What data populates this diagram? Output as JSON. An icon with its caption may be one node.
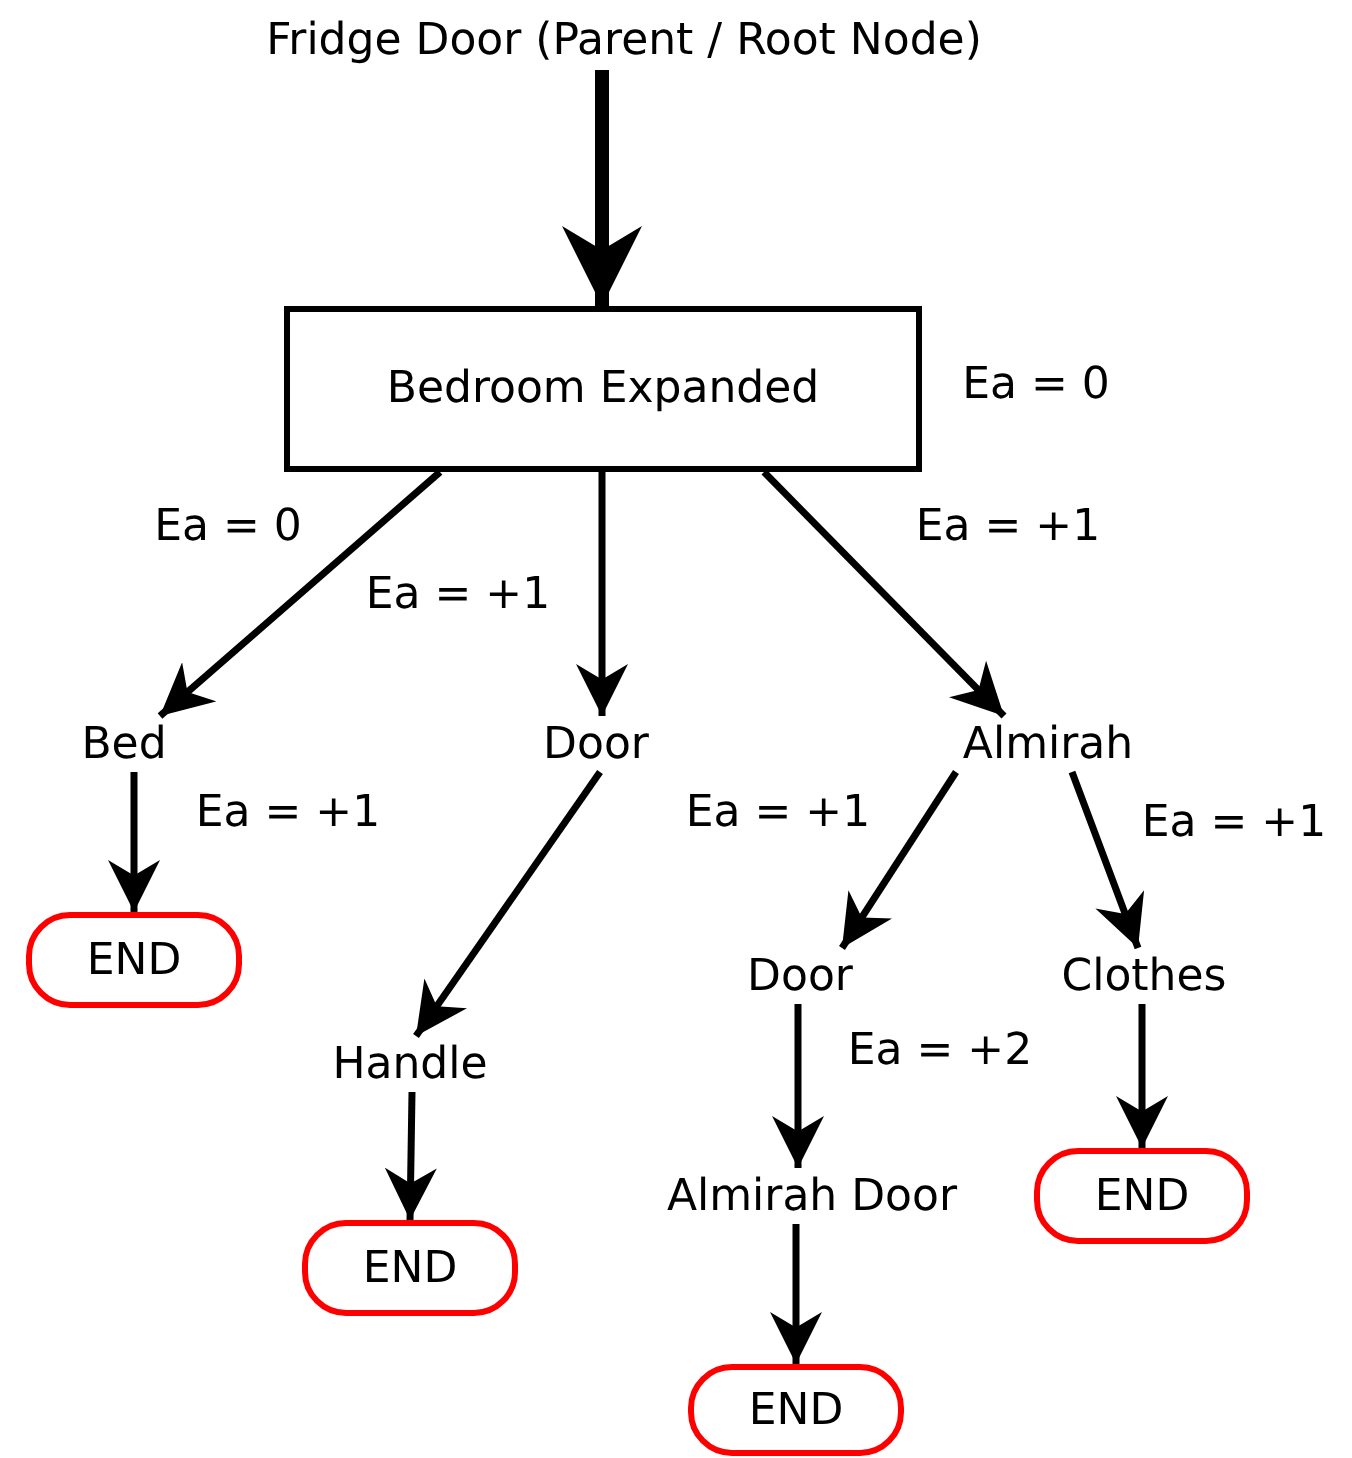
{
  "diagram": {
    "nodes": [
      {
        "text": [
          "Fridge Door (Parent / Root Node)"
        ]
      },
      {
        "text": [
          "Bedroom Expanded"
        ],
        "beside": [
          "Ea = 0"
        ]
      },
      {
        "text": [
          "Bed"
        ]
      },
      {
        "text": [
          "Door"
        ]
      },
      {
        "text": [
          "Almirah"
        ]
      },
      {
        "text": [
          "END"
        ]
      },
      {
        "text": [
          "Handle"
        ]
      },
      {
        "text": [
          "END"
        ]
      },
      {
        "text": [
          "Door"
        ]
      },
      {
        "text": [
          "Clothes"
        ]
      },
      {
        "text": [
          "Almirah Door"
        ]
      },
      {
        "text": [
          "END"
        ]
      },
      {
        "text": [
          "END"
        ]
      }
    ],
    "edges": [
      {
        "from": 0,
        "to": 1,
        "arrow": "to",
        "style": "thick"
      },
      {
        "from": 1,
        "to": 2,
        "arrow": "to",
        "label": "Ea = 0"
      },
      {
        "from": 1,
        "to": 3,
        "arrow": "to",
        "label": "Ea = +1"
      },
      {
        "from": 1,
        "to": 4,
        "arrow": "to",
        "label": "Ea = +1"
      },
      {
        "from": 2,
        "to": 5,
        "arrow": "to",
        "label": "Ea = +1"
      },
      {
        "from": 3,
        "to": 6,
        "arrow": "to"
      },
      {
        "from": 4,
        "to": 8,
        "arrow": "to",
        "label": "Ea = +1"
      },
      {
        "from": 4,
        "to": 9,
        "arrow": "to",
        "label": "Ea = +1"
      },
      {
        "from": 8,
        "to": 10,
        "arrow": "to",
        "label": "Ea = +2"
      },
      {
        "from": 6,
        "to": 7,
        "arrow": "to"
      },
      {
        "from": 10,
        "to": 12,
        "arrow": "to"
      },
      {
        "from": 9,
        "to": 11,
        "arrow": "to"
      }
    ]
  }
}
